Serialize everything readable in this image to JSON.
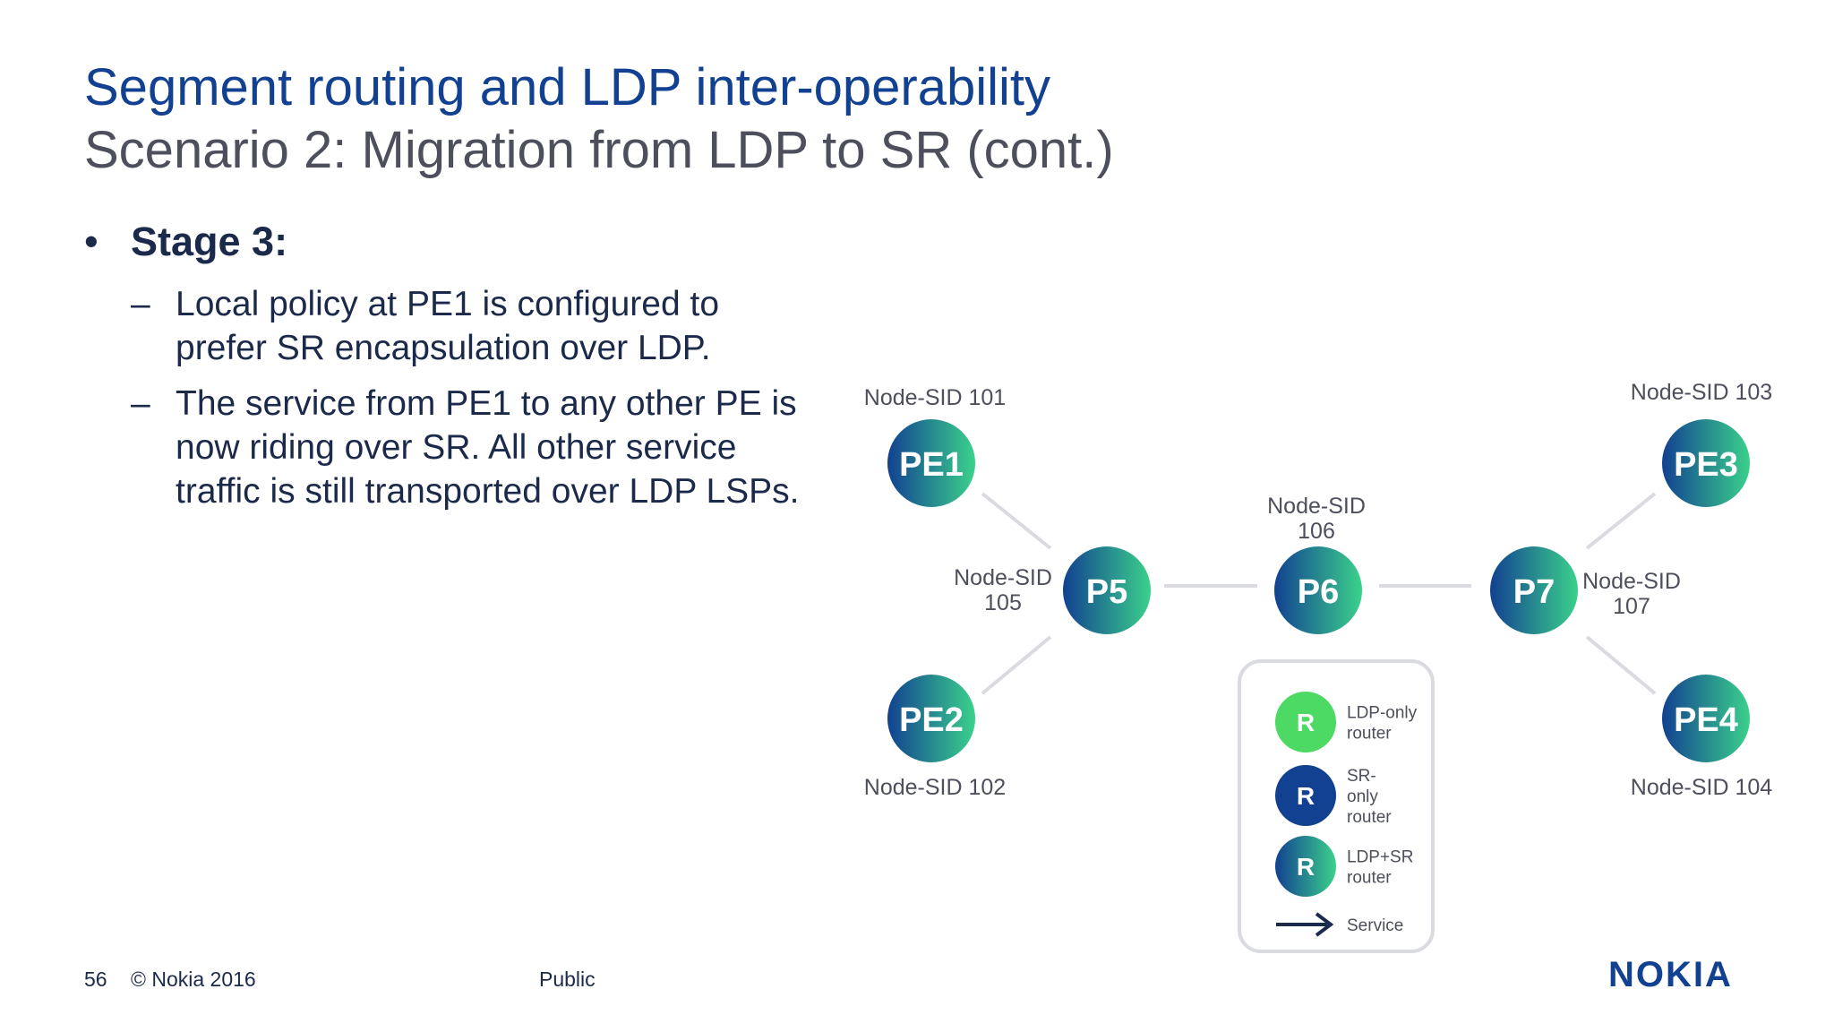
{
  "title": "Segment routing and LDP inter-operability",
  "subtitle": "Scenario 2: Migration from LDP to SR (cont.)",
  "bullet": {
    "marker": "•",
    "heading": "Stage 3:",
    "dash": "–",
    "items": [
      "Local policy at PE1 is configured to\nprefer SR encapsulation over LDP.",
      "The service from PE1 to any other PE is\nnow riding over SR.  All other service\ntraffic is still transported over LDP LSPs."
    ]
  },
  "diagram": {
    "nodes": [
      {
        "id": "PE1",
        "label": "PE1",
        "sid": [
          "Node-SID 101"
        ],
        "type": "ldp-sr"
      },
      {
        "id": "PE2",
        "label": "PE2",
        "sid": [
          "Node-SID 102"
        ],
        "type": "ldp-sr"
      },
      {
        "id": "PE3",
        "label": "PE3",
        "sid": [
          "Node-SID 103"
        ],
        "type": "ldp-sr"
      },
      {
        "id": "PE4",
        "label": "PE4",
        "sid": [
          "Node-SID 104"
        ],
        "type": "ldp-sr"
      },
      {
        "id": "P5",
        "label": "P5",
        "sid": [
          "Node-SID",
          "105"
        ],
        "type": "ldp-sr"
      },
      {
        "id": "P6",
        "label": "P6",
        "sid": [
          "Node-SID",
          "106"
        ],
        "type": "ldp-sr"
      },
      {
        "id": "P7",
        "label": "P7",
        "sid": [
          "Node-SID",
          "107"
        ],
        "type": "ldp-sr"
      }
    ],
    "links": [
      [
        "PE1",
        "P5"
      ],
      [
        "PE2",
        "P5"
      ],
      [
        "P5",
        "P6"
      ],
      [
        "P6",
        "P7"
      ],
      [
        "P7",
        "PE3"
      ],
      [
        "P7",
        "PE4"
      ]
    ],
    "legend": [
      {
        "symbol": "R",
        "type": "ldp-only",
        "text": [
          "LDP-only",
          "router"
        ]
      },
      {
        "symbol": "R",
        "type": "sr-only",
        "text": [
          "SR-",
          "only",
          "router"
        ]
      },
      {
        "symbol": "R",
        "type": "ldp-sr",
        "text": [
          "LDP+SR",
          "router"
        ]
      },
      {
        "symbol": "arrow",
        "type": "service",
        "text": [
          "Service"
        ]
      }
    ],
    "colors": {
      "ldp_only": "#4cd964",
      "sr_only": "#124191",
      "ldp_sr_from": "#124191",
      "ldp_sr_to": "#3bd18b",
      "link": "#d9dbe0",
      "legend_border": "#d9dbe0"
    }
  },
  "footer": {
    "page": "56",
    "copyright": "© Nokia 2016",
    "classification": "Public",
    "logo": "NOKIA"
  }
}
